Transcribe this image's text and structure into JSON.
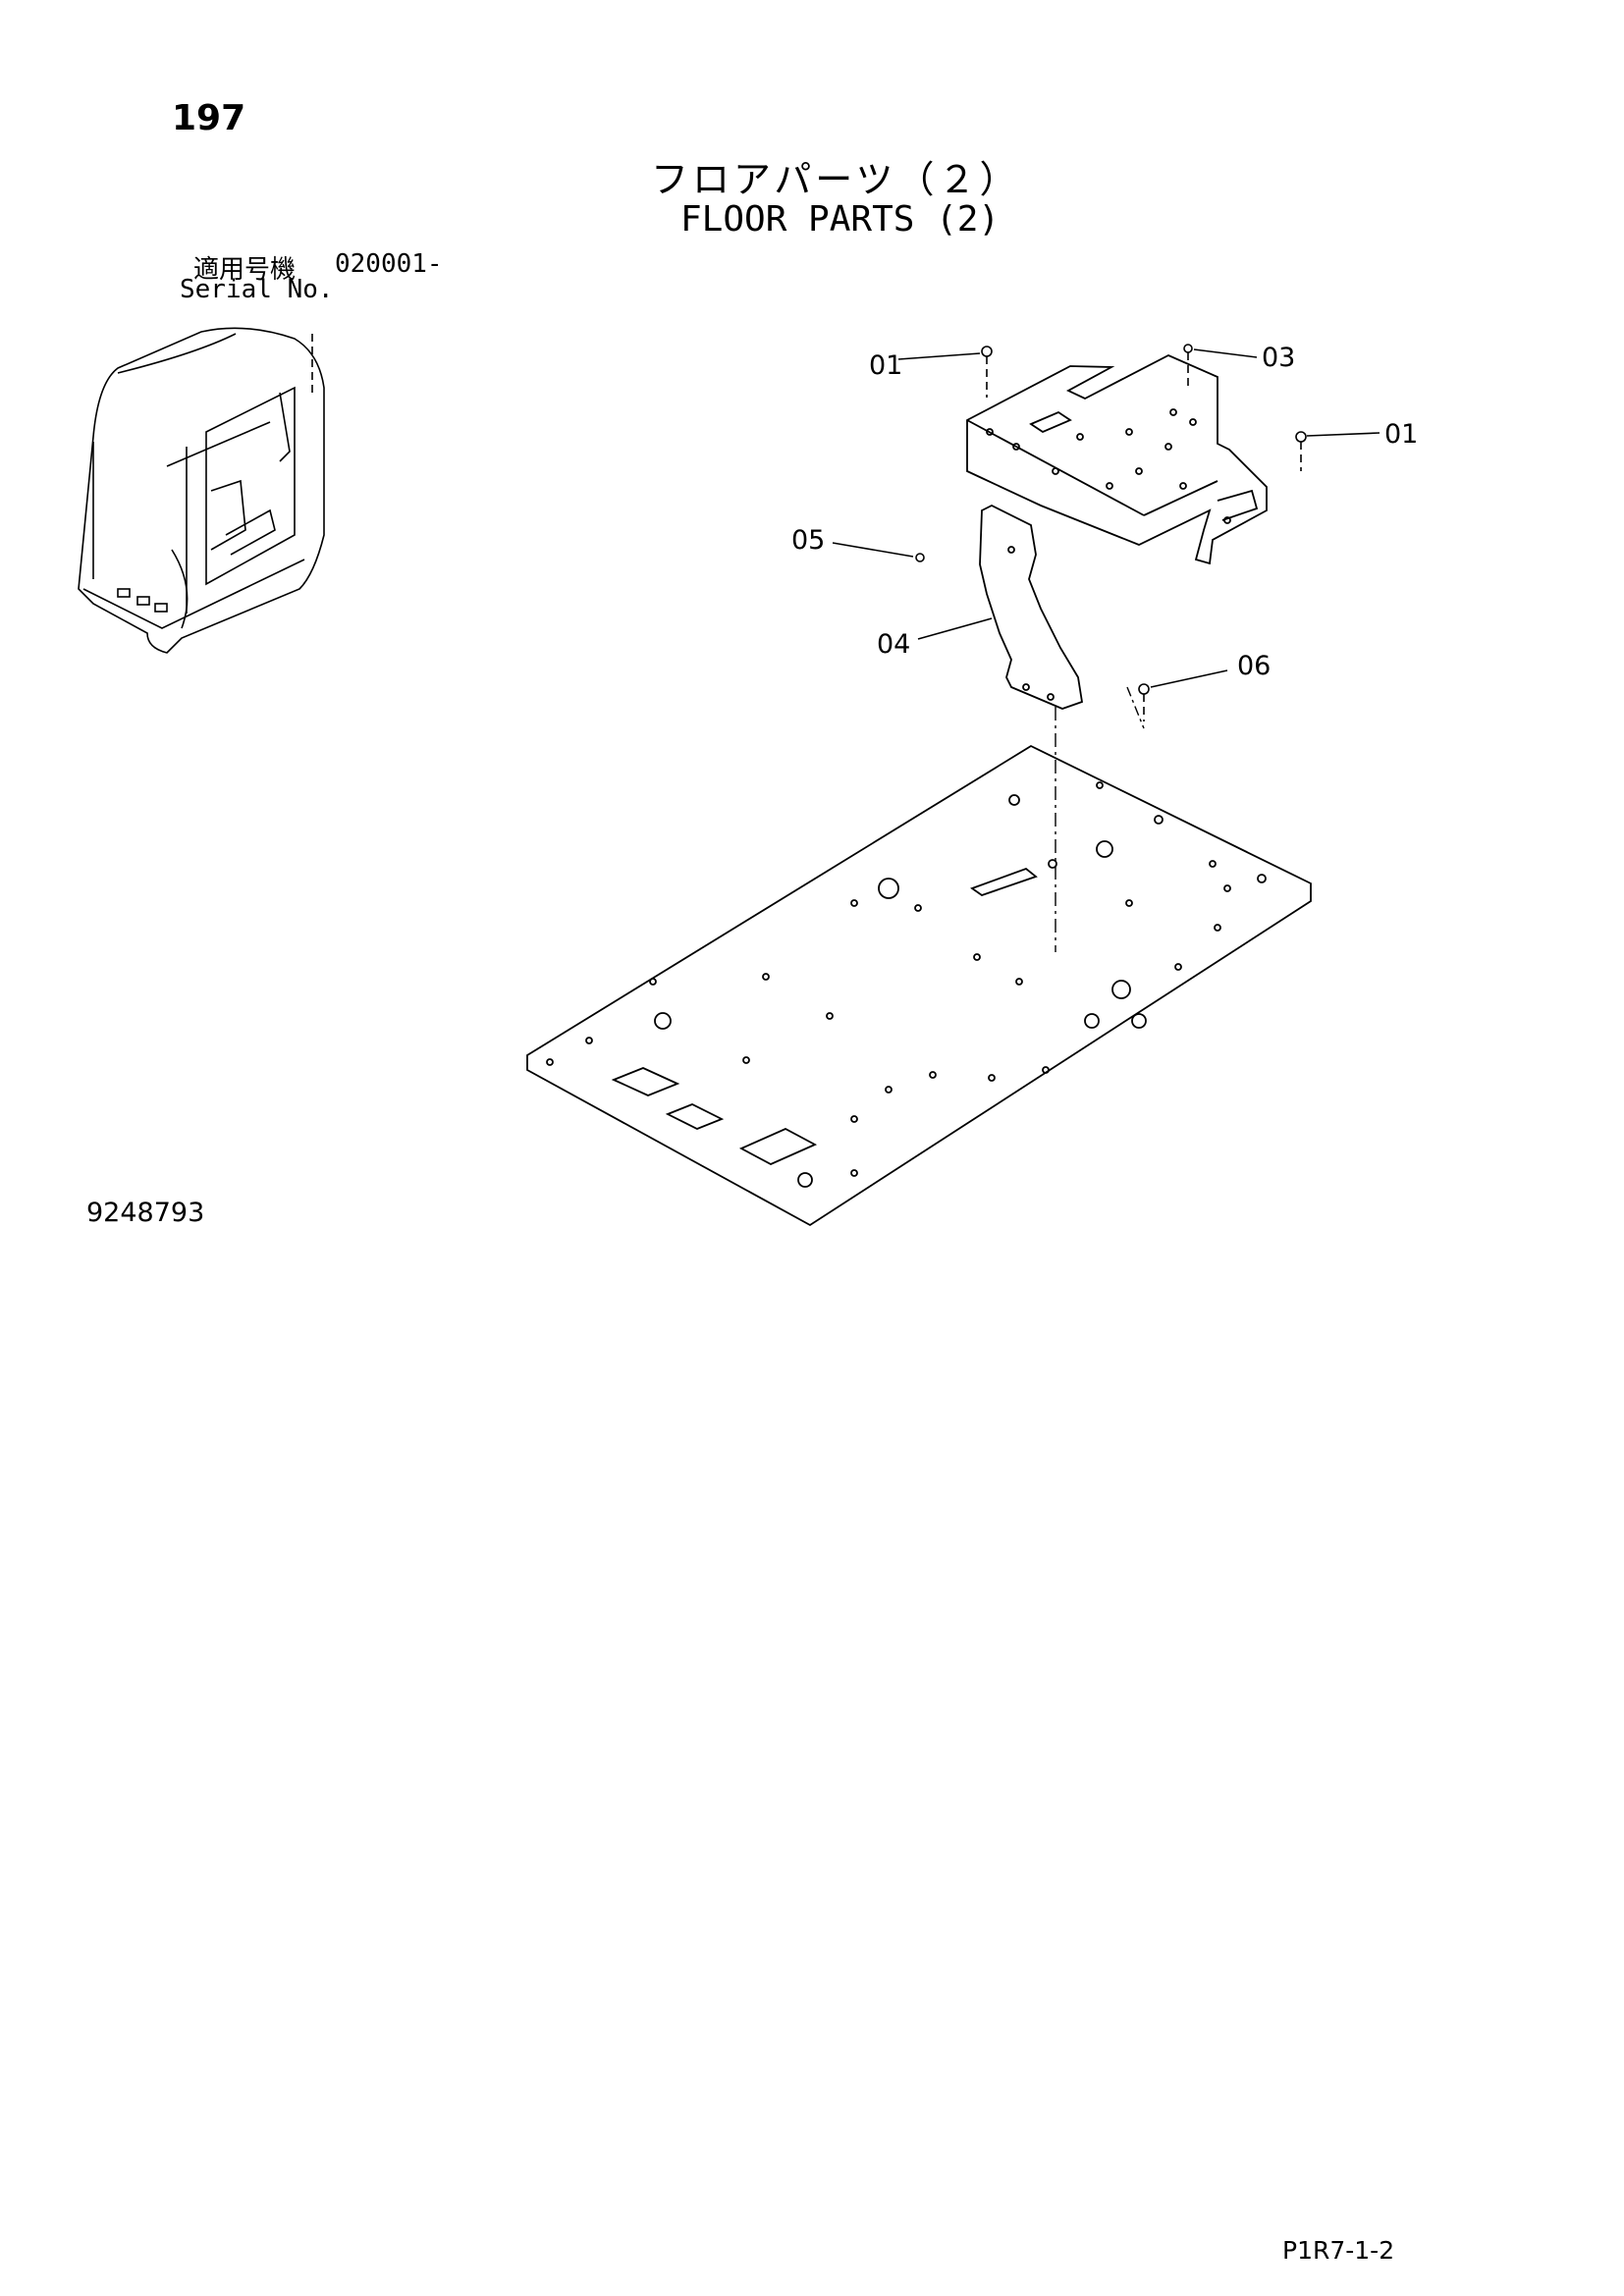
{
  "header": {
    "page_number": "197",
    "title_jp": "フロアパーツ（２）",
    "title_en": "FLOOR PARTS (2)"
  },
  "serial": {
    "label_jp": "適用号機",
    "value": "020001-",
    "label_en": "Serial No."
  },
  "callouts": [
    "01",
    "03",
    "01",
    "05",
    "04",
    "06"
  ],
  "footer": {
    "doc_number": "9248793",
    "page_ref": "P1R7-1-2"
  }
}
